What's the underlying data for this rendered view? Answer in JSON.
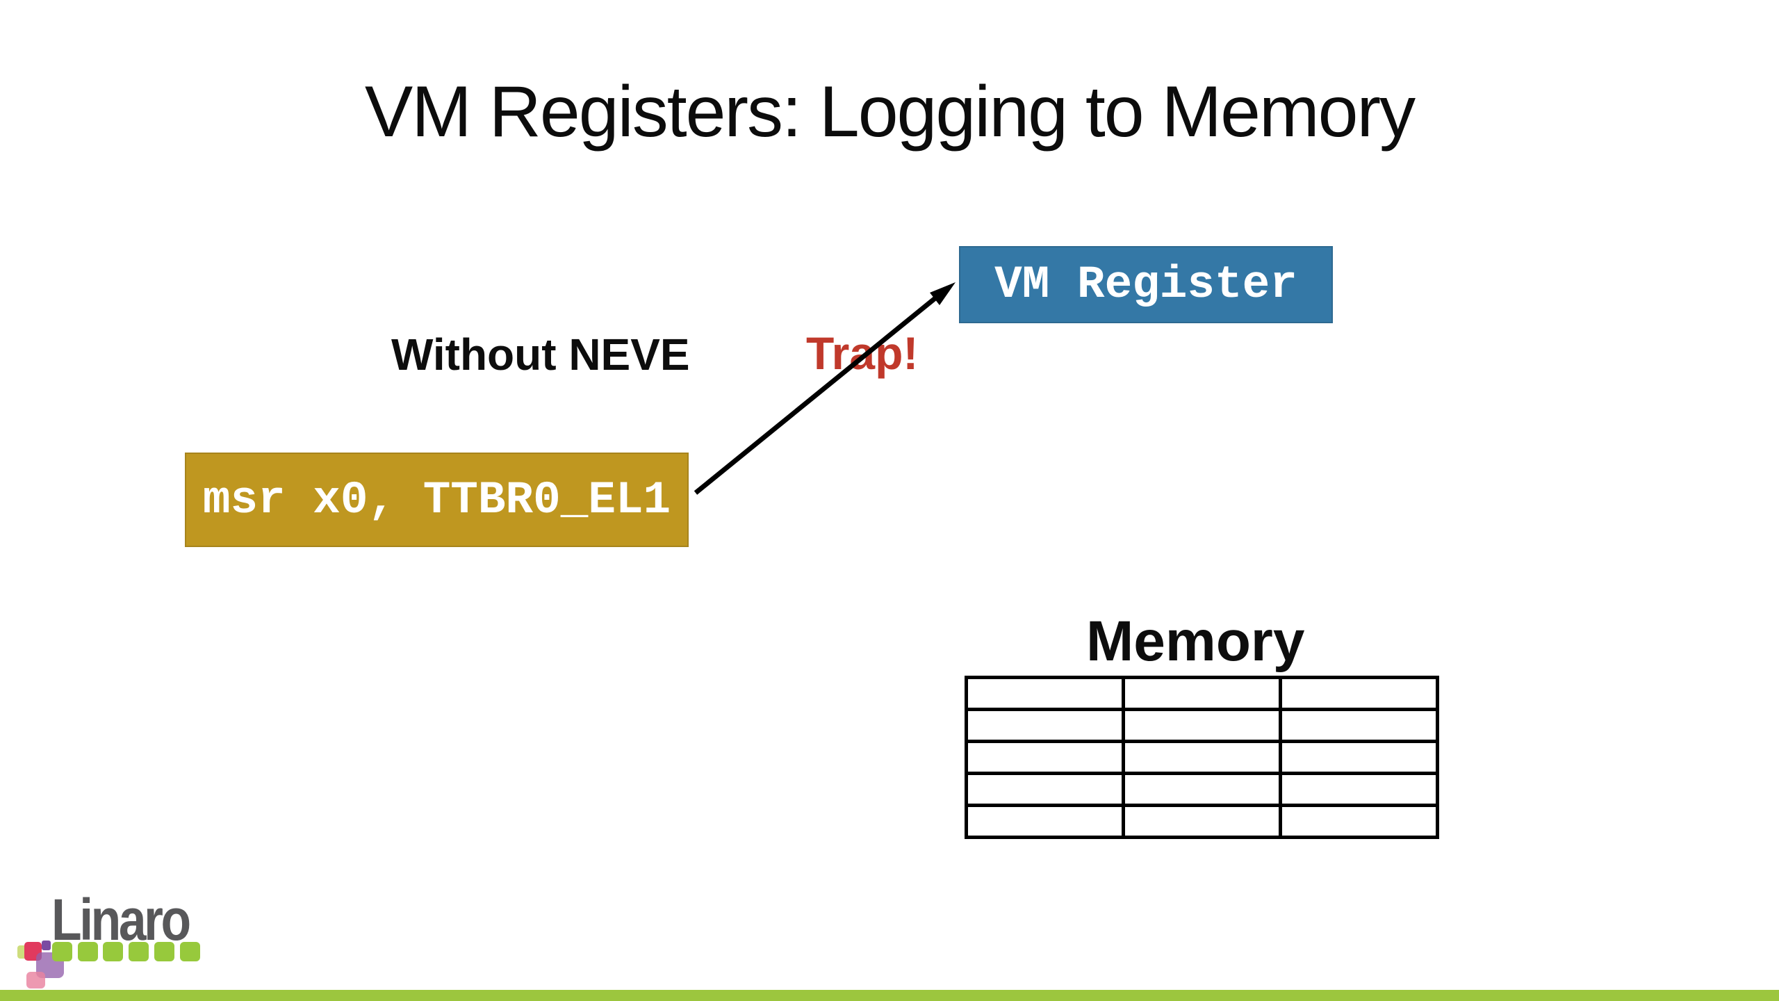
{
  "slide": {
    "title": "VM Registers: Logging to Memory",
    "scenario_label": "Without NEVE",
    "trap_label": "Trap!",
    "vm_register_box_label": "VM Register",
    "instruction_box_label": "msr x0, TTBR0_EL1",
    "memory_label": "Memory",
    "memory_table": {
      "rows": 5,
      "cols": 3
    },
    "logo_text": "Linaro",
    "colors": {
      "vm_register_bg": "#3478a6",
      "instruction_bg": "#bf9720",
      "trap_red": "#c0392b",
      "footer_green": "#9cc63e",
      "logo_gray": "#58585a",
      "logo_green": "#97c93c",
      "logo_crimson": "#e13a5e",
      "logo_purple": "#7b4ba2"
    }
  }
}
